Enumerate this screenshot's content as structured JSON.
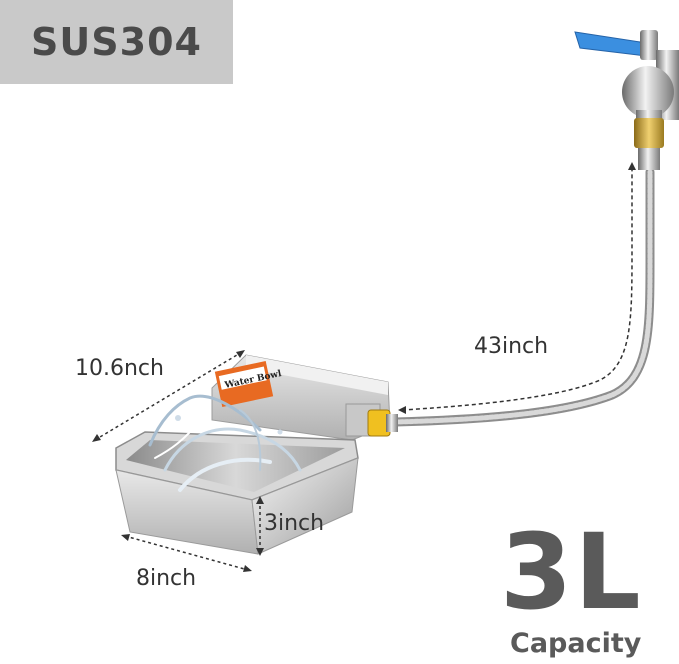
{
  "badge": {
    "material": "SUS304"
  },
  "product": {
    "bowl_label": "Water Bowl"
  },
  "dimensions": {
    "length": "10.6nch",
    "width": "8inch",
    "depth": "3inch",
    "hose_length": "43inch"
  },
  "capacity": {
    "value": "3L",
    "label": "Capacity"
  },
  "colors": {
    "badge_bg": "#c9c9c9",
    "text_gray": "#5a5a5a",
    "valve_handle": "#3b8fe0",
    "brass": "#c9a030",
    "connector": "#f0c020"
  },
  "icons": [
    "stainless-steel-bowl",
    "water-splash",
    "braided-hose",
    "faucet-valve",
    "brass-fitting"
  ]
}
